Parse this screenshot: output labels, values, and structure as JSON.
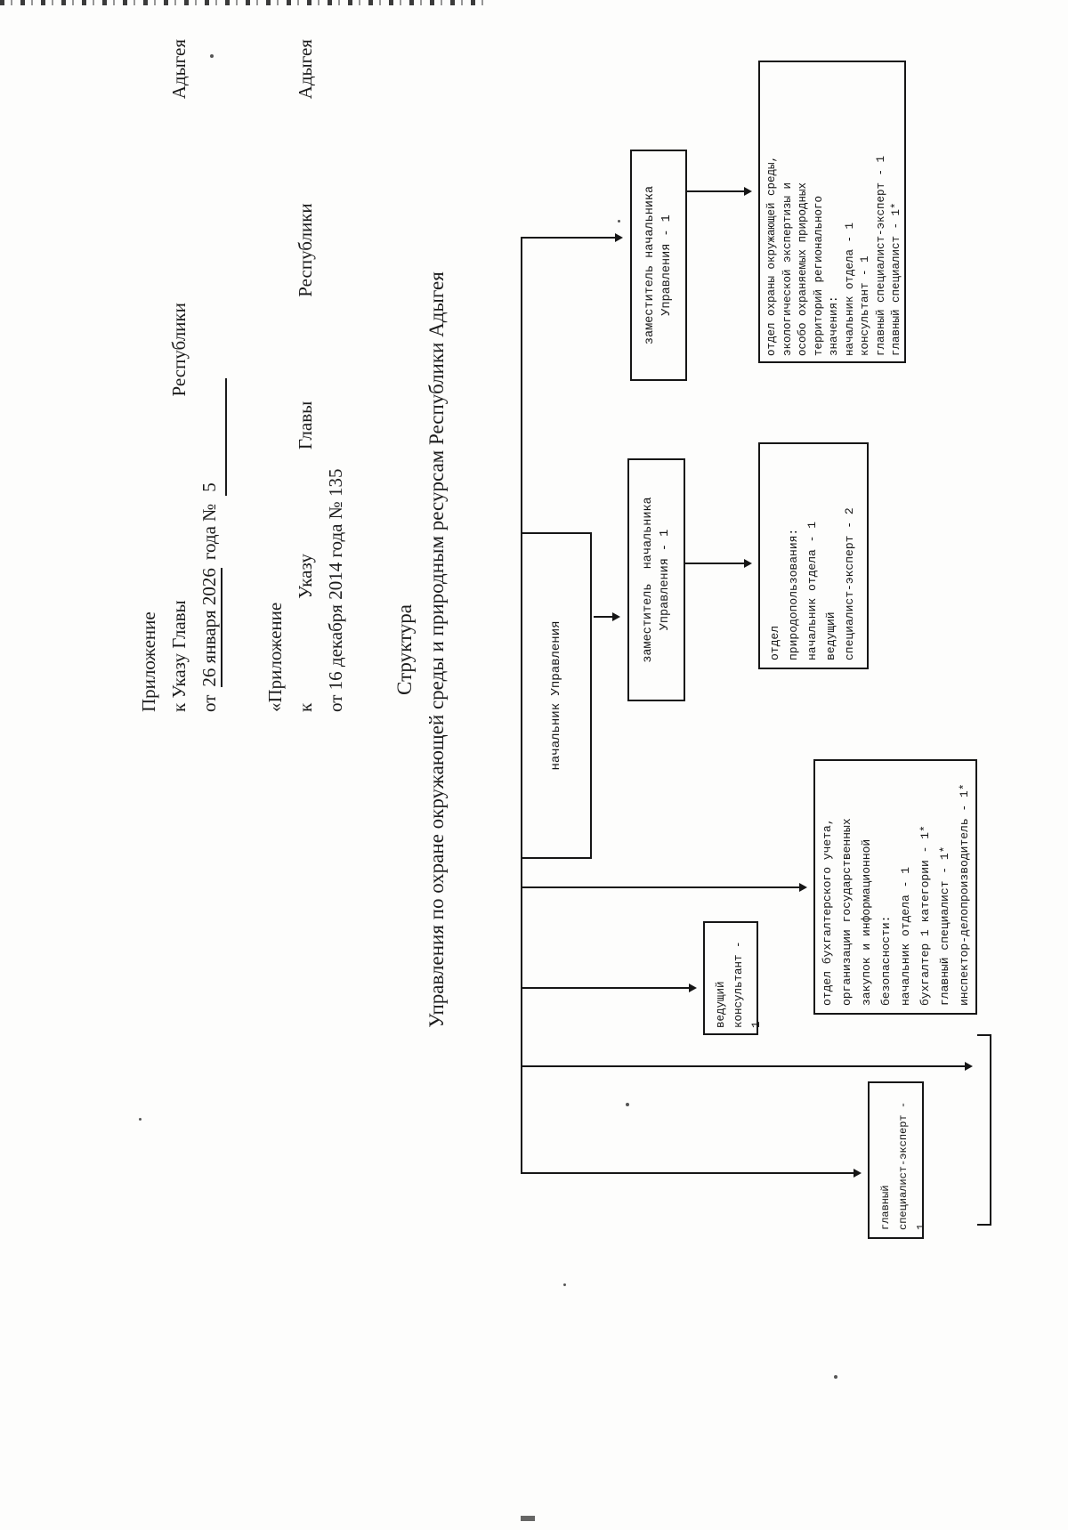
{
  "header_blocks": [
    {
      "line1": "Приложение",
      "line2_parts": [
        "к Указу Главы",
        "Республики",
        "Адыгея"
      ],
      "line3_from": "от",
      "line3_date": "26 января 2026",
      "line3_mid": "года №",
      "line3_number": "5"
    },
    {
      "line1": "«Приложение",
      "line2_parts": [
        "к",
        "Указу",
        "Главы",
        "Республики",
        "Адыгея"
      ],
      "line3": "от 16 декабря 2014 года № 135"
    }
  ],
  "title": {
    "line1": "Структура",
    "line2": "Управления по охране окружающей среды и природным ресурсам Республики Адыгея"
  },
  "nodes": {
    "head": {
      "lines": [
        "начальник Управления"
      ]
    },
    "deputy1": {
      "lines": [
        "заместитель начальника",
        "Управления - 1"
      ]
    },
    "deputy2": {
      "lines": [
        "заместитель  начальника",
        "Управления - 1"
      ]
    },
    "dept_env": {
      "lines": [
        "отдел охраны окружающей среды,",
        "экологической экспертизы и",
        "особо охраняемых природных",
        "территорий регионального",
        "значения:",
        "начальник отдела - 1",
        "консультант - 1",
        "главный специалист-эксперт - 1",
        "главный специалист - 1*"
      ]
    },
    "dept_nature": {
      "lines": [
        "отдел",
        "природопользования:",
        "начальник отдела - 1",
        "ведущий",
        "специалист-эксперт - 2"
      ]
    },
    "consultant": {
      "lines": [
        "ведущий",
        "консультант - 1"
      ]
    },
    "dept_accounting": {
      "lines": [
        "отдел бухгалтерского учета,",
        "организации государственных",
        "закупок и информационной",
        "безопасности:",
        "начальник отдела - 1",
        "бухгалтер 1 категории - 1*",
        "главный специалист - 1*",
        "инспектор-делопроизводитель - 1*"
      ]
    },
    "chief_specialist": {
      "lines": [
        "главный",
        "специалист-эксперт - 1"
      ]
    }
  }
}
